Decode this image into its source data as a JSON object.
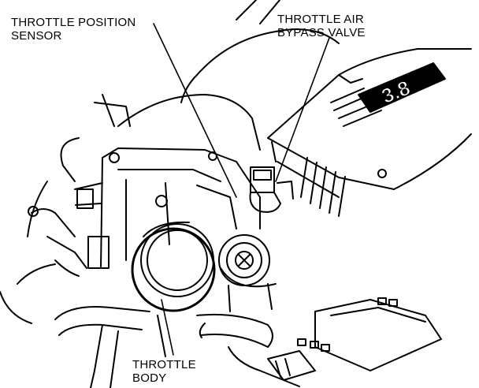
{
  "labels": {
    "throttle_position_sensor": {
      "line1": "THROTTLE POSITION",
      "line2": "SENSOR"
    },
    "throttle_air_bypass_valve": {
      "line1": "THROTTLE AIR",
      "line2": "BYPASS VALVE"
    },
    "throttle_body": {
      "line1": "THROTTLE",
      "line2": "BODY"
    }
  },
  "engine_badge": "3.8"
}
